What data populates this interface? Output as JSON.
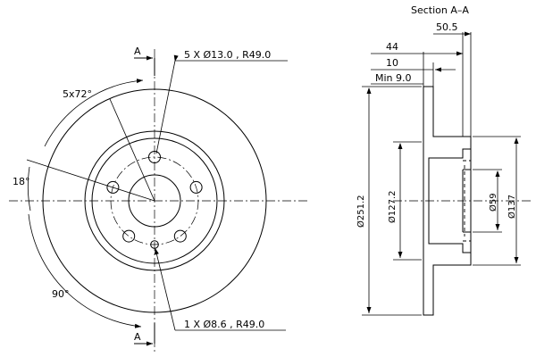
{
  "front_view": {
    "bolt_callout": "5 X Ø13.0 , R49.0",
    "locator_callout": "1 X Ø8.6 , R49.0",
    "bolt_angle": "5x72°",
    "angle_offset": "18°",
    "angle_quarter": "90°",
    "section_mark_top": "A",
    "section_mark_bottom": "A"
  },
  "section_view": {
    "title": "Section A–A",
    "dim_width": "50.5",
    "dim_hat_depth": "44",
    "dim_thickness": "10",
    "dim_min_thickness": "Min 9.0",
    "dim_outer_diameter": "Ø251.2",
    "dim_hat_diameter": "Ø127.2",
    "dim_center_bore": "Ø59",
    "dim_hat_outer": "Ø137"
  }
}
